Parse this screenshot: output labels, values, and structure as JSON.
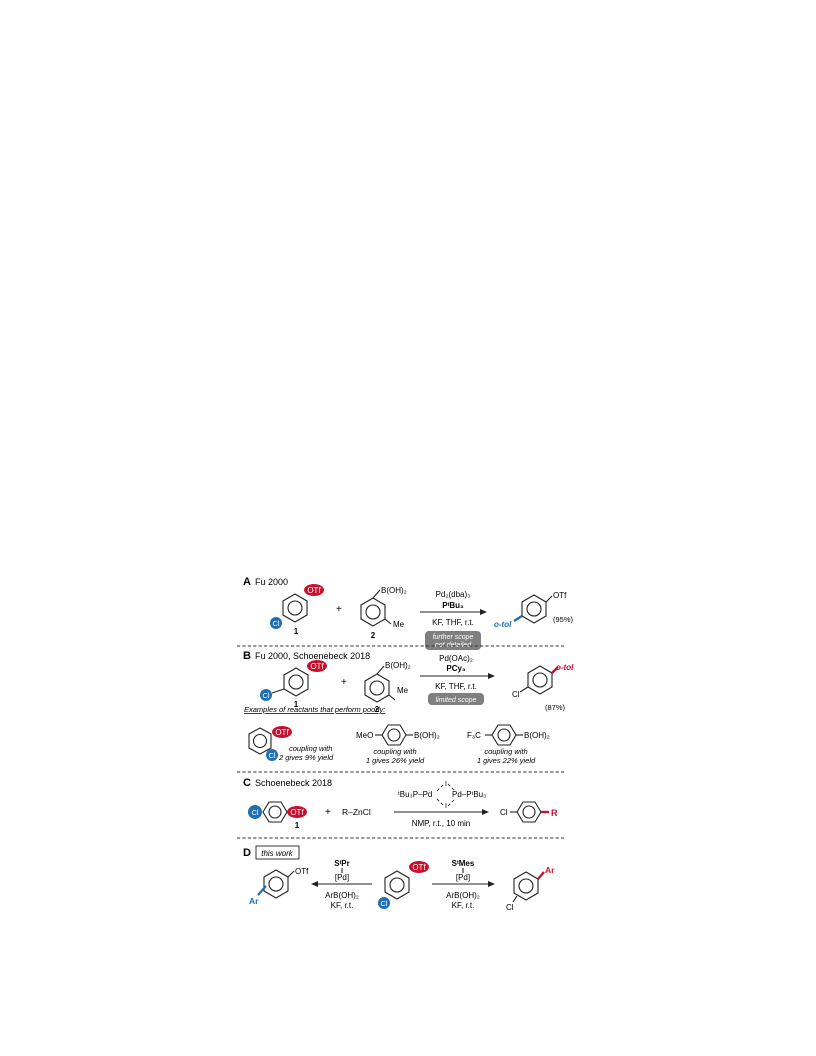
{
  "colors": {
    "blue": "#1f6fb2",
    "red": "#c8102e",
    "pill": "#7f7f7f",
    "ink": "#222222"
  },
  "panels": {
    "A": {
      "letter": "A",
      "title": "Fu 2000",
      "otf": "OTf",
      "cl": "Cl",
      "compound1": "1",
      "plus": "+",
      "boronic": "B(OH)₂",
      "me": "Me",
      "compound2": "2",
      "cond1": "Pd₂(dba)₃",
      "cond2": "PᵗBu₃",
      "cond3": "KF, THF, r.t.",
      "pill_line1": "further scope",
      "pill_line2": "not detailed",
      "product_sub": "o-tol",
      "product_otf": "OTf",
      "yield": "(95%)"
    },
    "B": {
      "letter": "B",
      "title": "Fu 2000, Schoenebeck 2018",
      "otf": "OTf",
      "cl": "Cl",
      "compound1": "1",
      "plus": "+",
      "boronic": "B(OH)₂",
      "me": "Me",
      "compound2": "2",
      "cond1": "Pd(OAc)₂",
      "cond2": "PCy₃",
      "cond3": "KF, THF, r.t.",
      "pill": "limited scope",
      "product_sub": "o-tol",
      "product_cl": "Cl",
      "yield": "(87%)",
      "poor_header": "Examples of reactants that perform poorly:",
      "ex1_otf": "OTf",
      "ex1_cl": "Cl",
      "ex1_line1": "coupling with",
      "ex1_line2": "2 gives 9% yield",
      "ex2_left": "MeO",
      "ex2_right": "B(OH)₂",
      "ex2_line1": "coupling with",
      "ex2_line2": "1 gives 26% yield",
      "ex3_left": "F₃C",
      "ex3_right": "B(OH)₂",
      "ex3_line1": "coupling with",
      "ex3_line2": "1 gives 22% yield"
    },
    "C": {
      "letter": "C",
      "title": "Schoenebeck 2018",
      "cl": "Cl",
      "otf": "OTf",
      "compound1": "1",
      "plus": "+",
      "reagent": "R–ZnCl",
      "cat_left": "ᵗBu₃P–Pd",
      "cat_right": "Pd–PᵗBu₃",
      "cat_bridge": "I",
      "cond": "NMP, r.t., 10 min",
      "product_cl": "Cl",
      "product_r": "R"
    },
    "D": {
      "letter": "D",
      "this_work": "this work",
      "left_lig": "SᵗPr",
      "left_pd": "[Pd]",
      "left_c1": "ArB(OH)₂",
      "left_c2": "KF, r.t.",
      "left_prod_otf": "OTf",
      "left_prod_ar": "Ar",
      "center_otf": "OTf",
      "center_cl": "Cl",
      "right_lig": "SᵗMes",
      "right_pd": "[Pd]",
      "right_c1": "ArB(OH)₂",
      "right_c2": "KF, r.t.",
      "right_prod_ar": "Ar",
      "right_prod_cl": "Cl"
    }
  }
}
